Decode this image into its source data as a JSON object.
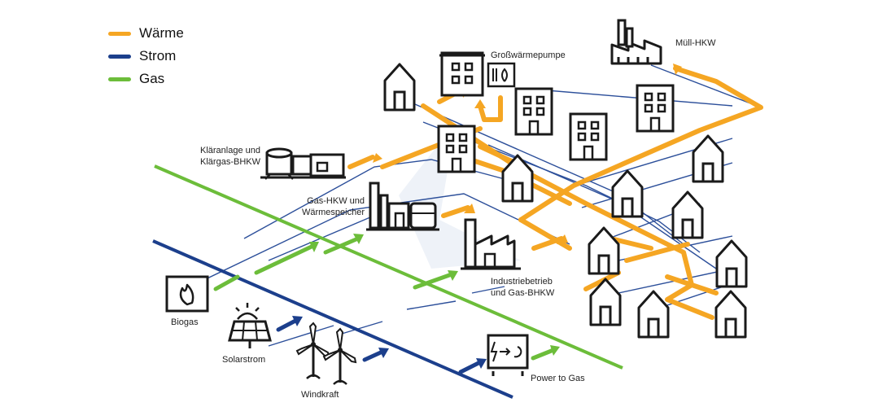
{
  "legend": [
    {
      "label": "Wärme",
      "color": "#f5a623"
    },
    {
      "label": "Strom",
      "color": "#1c3f8c"
    },
    {
      "label": "Gas",
      "color": "#6cbd3a"
    }
  ],
  "labels": {
    "grosswaermepumpe": "Großwärmepumpe",
    "muell_hkw": "Müll-HKW",
    "klaeranlage_1": "Kläranlage und",
    "klaeranlage_2": "Klärgas-BHKW",
    "gas_hkw_1": "Gas-HKW und",
    "gas_hkw_2": "Wärmespeicher",
    "industrie_1": "Industriebetrieb",
    "industrie_2": "und Gas-BHKW",
    "biogas": "Biogas",
    "solarstrom": "Solarstrom",
    "windkraft": "Windkraft",
    "power_to_gas": "Power to Gas"
  },
  "colors": {
    "heat": "#f5a623",
    "power": "#1c3f8c",
    "gas": "#6cbd3a",
    "thin_line": "#2c4f9a",
    "icon": "#1a1a1a"
  }
}
